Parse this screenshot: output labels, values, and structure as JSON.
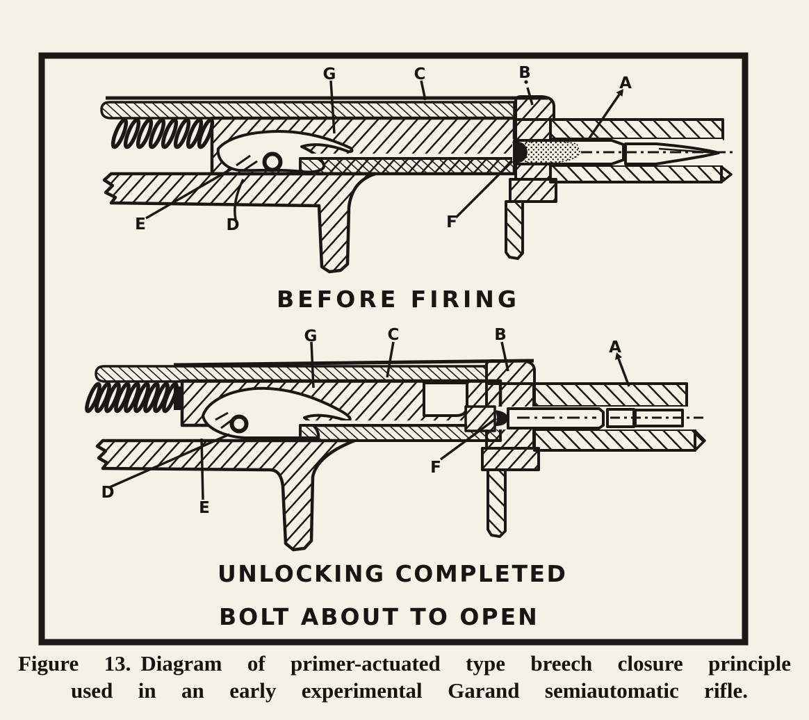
{
  "page": {
    "paper_color": "#f5f1e7",
    "ink_color": "#1a1714"
  },
  "top_diagram": {
    "title": "BEFORE FIRING",
    "labels": {
      "G": "G",
      "C": "C",
      "B": "B",
      "A": "A",
      "E": "E",
      "D": "D",
      "F": "F"
    }
  },
  "bottom_diagram": {
    "title_line1": "UNLOCKING COMPLETED",
    "title_line2": "BOLT ABOUT TO OPEN",
    "labels": {
      "G": "G",
      "C": "C",
      "B": "B",
      "A": "A",
      "D": "D",
      "E": "E",
      "F": "F"
    }
  },
  "caption": {
    "figure_label": "Figure 13.",
    "text_line1": "Diagram of primer-actuated type breech closure principle",
    "text_line2": "used in an early experimental Garand semiautomatic rifle."
  }
}
